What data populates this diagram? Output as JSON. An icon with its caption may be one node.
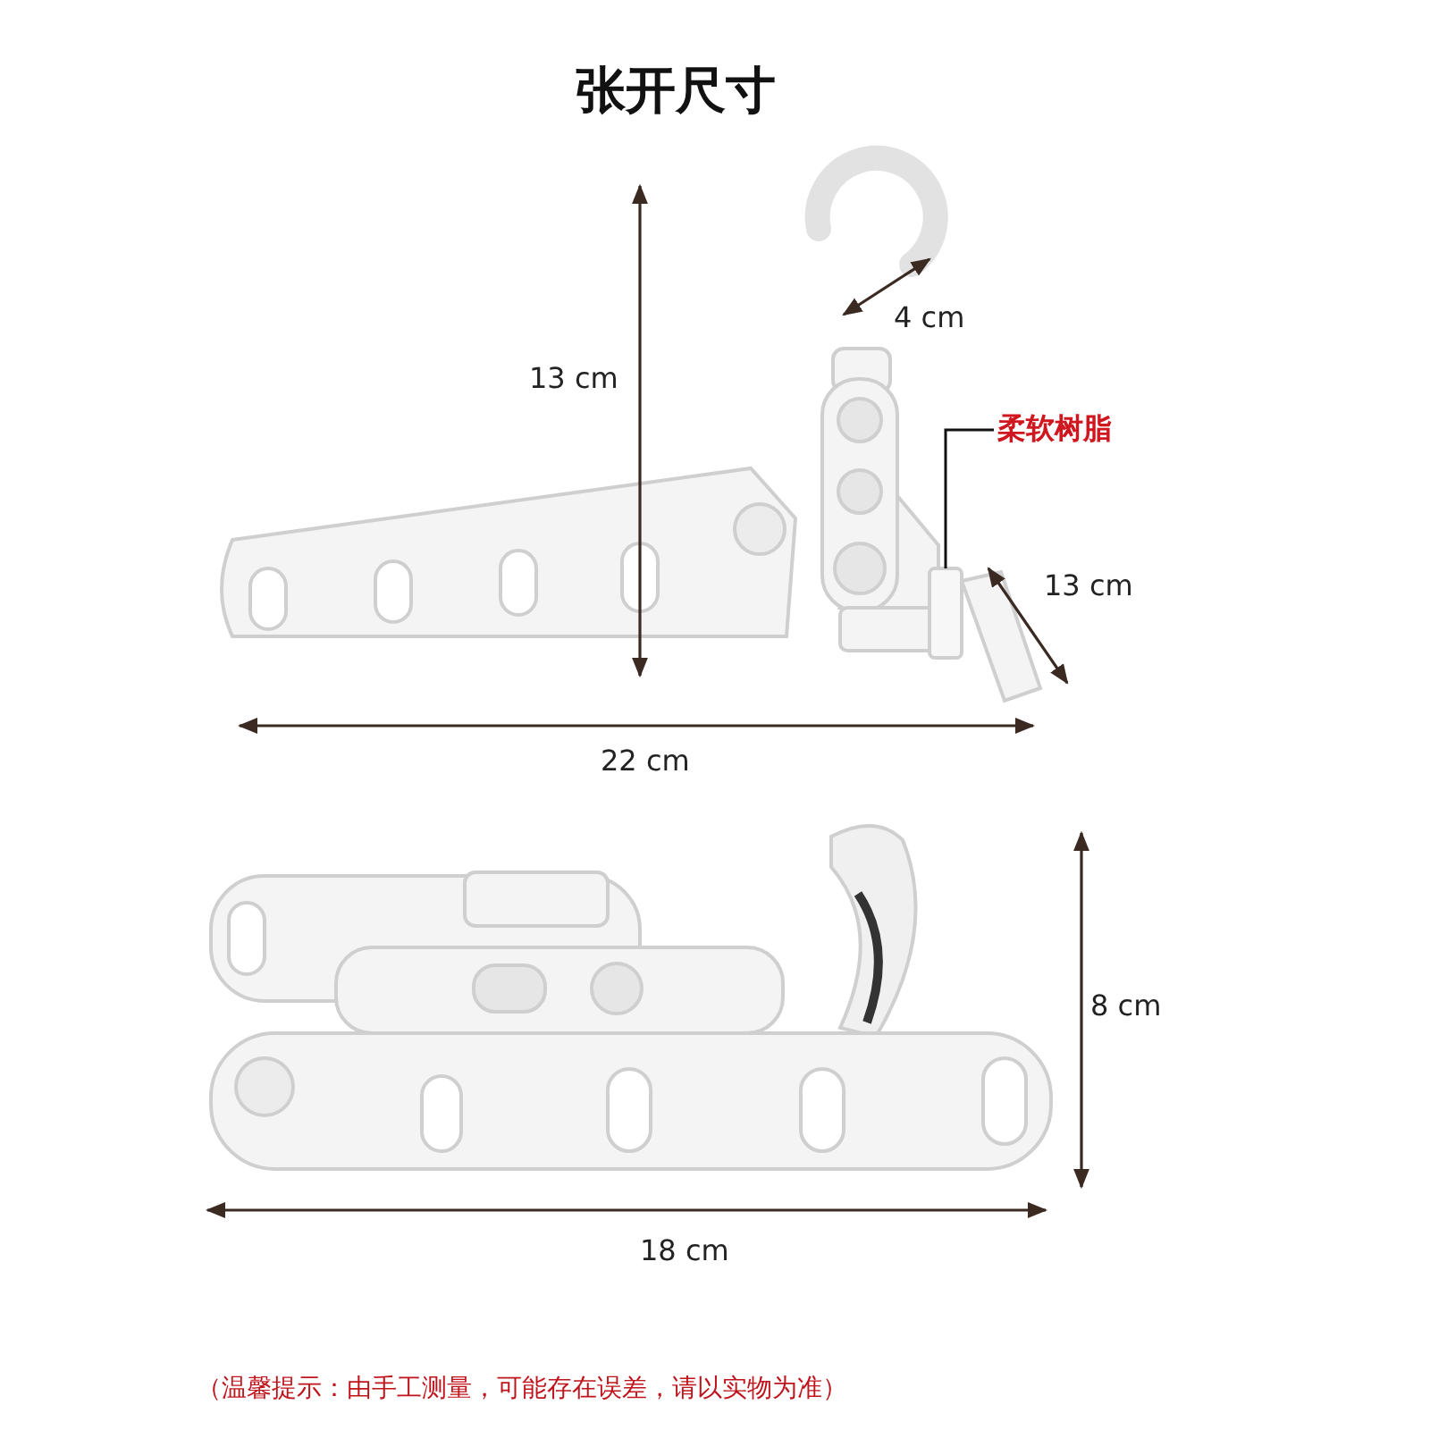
{
  "diagram": {
    "title": "张开尺寸",
    "nodes": [
      {
        "text": [
          "柔软树脂"
        ]
      },
      {
        "text": [],
        "shape": "box"
      }
    ],
    "edges": [
      {
        "from": 0,
        "to": 1,
        "arrow": "none"
      }
    ],
    "labels": [
      "4 cm",
      "13 cm",
      "13 cm",
      "22 cm",
      "8 cm",
      "18 cm",
      "（温馨提示：由手工测量，可能存在误差，请以实物为准）"
    ]
  }
}
